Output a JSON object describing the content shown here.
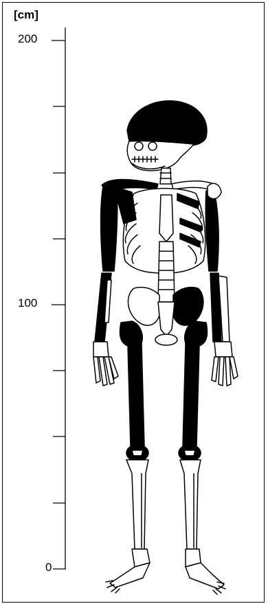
{
  "scale": {
    "unit": "[cm]",
    "tick_labels": [
      "200",
      "100",
      "0"
    ],
    "min": 0,
    "max": 200,
    "minor_step": 25
  },
  "figure": {
    "subject": "skeleton-icon"
  },
  "colors": {
    "ink": "#000000",
    "paper": "#ffffff"
  }
}
